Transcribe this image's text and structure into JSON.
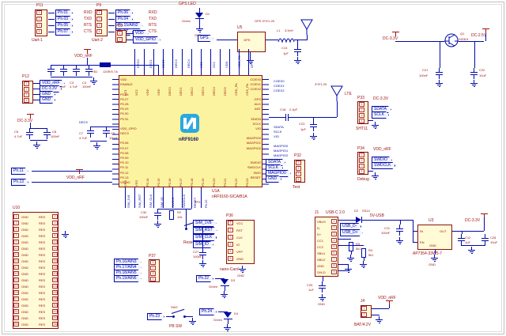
{
  "palette": {
    "red": "#a01212",
    "blue": "#0009a6",
    "ic_fill": "#fbf3a0",
    "body_fill": "#fffbd6",
    "logo_blue": "#2ba8e0"
  },
  "labels": {
    "vdd_nrf": "VDD_nRF",
    "dc33": "DC-3.3V",
    "dc25": "DC-2.5V",
    "v5usb": "5V-USB",
    "gnd": "GND"
  },
  "uart1": {
    "ref": "P11",
    "value": "Uart-1",
    "rows": [
      {
        "n": "1",
        "port": "Ph.01",
        "sig": "RXD"
      },
      {
        "n": "2",
        "port": "Ph.03",
        "sig": "TXD"
      },
      {
        "n": "3",
        "port": "Ph.05",
        "sig": "RTS"
      },
      {
        "n": "4",
        "port": "Ph.07",
        "sig": "CTS"
      }
    ]
  },
  "uart2": {
    "ref": "P9",
    "value": "Uart-2",
    "rows": [
      {
        "n": "1",
        "port": "Ph.06",
        "sig": "RXD"
      },
      {
        "n": "2",
        "port": "Ph.04",
        "sig": "TXD"
      },
      {
        "n": "3",
        "port": "Ph.15/AIN2",
        "sig": "RTS"
      },
      {
        "n": "4",
        "port": "Ph.17",
        "sig": "CTS"
      }
    ]
  },
  "p10": {
    "ref": "P10",
    "rows": [
      {
        "n": "1",
        "port": "VDD"
      },
      {
        "n": "2",
        "port": "VDD_GPIO"
      }
    ]
  },
  "p12": {
    "ref": "P12",
    "rows": [
      {
        "n": "1",
        "port": "VDD_nRF"
      },
      {
        "n": "2",
        "port": "DC-3.3V"
      },
      {
        "n": "3",
        "port": "GND"
      },
      {
        "n": "4",
        "port": "GND"
      }
    ]
  },
  "gps_led": {
    "title": "GPS LED",
    "ref": "D1",
    "value": "Green"
  },
  "gps": {
    "port": "GPS",
    "u5_ref": "U5",
    "u5_label": "GPS",
    "l1_ref": "L1",
    "l1_val": "3.9nH",
    "c13_ref": "C13",
    "c13_val": "1pF",
    "ant_val": "GPS 3*3*1.25"
  },
  "pwr25": {
    "q1_ref": "Q1",
    "q1_val": "SI2301",
    "c21_ref": "C21",
    "c21_val": "100nF",
    "c22_ref": "C22",
    "c22_val": "10uF"
  },
  "vddrail": {
    "fb_ref": "FB1",
    "fb_val": "120R/0.7A",
    "caps": [
      {
        "r": "C1",
        "v": "100nF"
      },
      {
        "r": "C2",
        "v": "100nF"
      },
      {
        "r": "C3",
        "v": "4.7uF"
      },
      {
        "r": "C4",
        "v": "100nF"
      }
    ]
  },
  "dc33c": {
    "c6_ref": "C6",
    "c6_val": "4.7uF",
    "c8_ref": "C8",
    "c8_val": "100nF"
  },
  "decaps": {
    "net": "DEC9",
    "c7_ref": "C7",
    "c7_val": "4.7uF",
    "c9_ref": "C9",
    "c9_val": "100nF"
  },
  "leftports": {
    "a": "Ph.11",
    "b": "Ph.13"
  },
  "ic": {
    "ref": "U1A",
    "value": "nRF9160-SICA/B1A",
    "name": "nRF9160",
    "tp": "TP3",
    "left": [
      "VDD",
      "ENABLE",
      "",
      "P0.26",
      "P0.27",
      "P0.28",
      "P0.29",
      "P0.30",
      "P0.31",
      "",
      "VDD_GPIO",
      "DEC9",
      "",
      "P0.06",
      "P0.07",
      "P0.08",
      "P0.09",
      "P0.10",
      "P0.11",
      "P0.12",
      "P0.13",
      "VDDIO"
    ],
    "right": [
      "COEX0",
      "COEX1",
      "COEX2",
      "",
      "GPS",
      "AUX",
      "ANT",
      "",
      "SDATA",
      "SCLK",
      "VIO",
      "",
      "MAGPIO0",
      "MAGPIO1",
      "MAGPIO2",
      "",
      "",
      "SWDIO",
      "SWDCLK",
      "SWO",
      "RESET",
      ""
    ],
    "top": [
      "XC1",
      "XC2",
      "VDD",
      "VDD",
      "DEC0",
      "DEC1",
      "DEC2",
      "DEC3",
      "DEC4",
      "DEC5",
      "VDD_PA",
      "VSS_PA"
    ],
    "bottom": [
      "VSS",
      "VSS",
      "P0.14",
      "P0.15",
      "P0.16",
      "P0.17",
      "P0.18",
      "P0.19",
      "P0.20",
      "P0.21",
      "P0.22",
      "P0.23"
    ],
    "above_nets": [
      "DEC0",
      "DEC1",
      "DEC2",
      "DEC3",
      "DEC4",
      "XC1",
      "XC2",
      "VDD",
      "VDD_PA",
      "GPS"
    ],
    "below_nets": [
      "SIM_1V8",
      "SIM_RST",
      "SIM_CLK",
      "SIM_IO",
      "SWDIO",
      "SWDCLK",
      "RESET",
      "Ph.22"
    ],
    "coex": [
      "COEX0",
      "COEX1",
      "COEX2"
    ],
    "iface": [
      "SDATA",
      "SCLK",
      "VIO"
    ],
    "magpio": [
      "MAGPIO0",
      "MAGPIO1",
      "MAGPIO2"
    ]
  },
  "lte": {
    "c18_ref": "C18",
    "c18_val": "2.2pF",
    "c23_ref": "C23",
    "c23_val": "1pF",
    "ant_val": "3*3*1.25",
    "net": "LTE"
  },
  "p32": {
    "ref": "P32",
    "value": "Test",
    "rows": [
      {
        "n": "1",
        "port": "SDATA"
      },
      {
        "n": "2",
        "port": "SCLK"
      },
      {
        "n": "3",
        "port": "MAGPIO0"
      },
      {
        "n": "4",
        "port": "GND"
      }
    ]
  },
  "p33": {
    "ref": "P33",
    "value": "SHT11",
    "rail": "DC-3.3V",
    "rows": [
      {
        "n": "1",
        "port": ""
      },
      {
        "n": "2",
        "port": "SDATA"
      },
      {
        "n": "3",
        "port": "SCLK"
      },
      {
        "n": "4",
        "port": ""
      }
    ]
  },
  "p34": {
    "ref": "P34",
    "value": "Debug",
    "rail": "VDD_nRF",
    "rows": [
      {
        "n": "1",
        "port": ""
      },
      {
        "n": "2",
        "port": "SWDIO"
      },
      {
        "n": "3",
        "port": "SWDCLK"
      },
      {
        "n": "4",
        "port": ""
      }
    ]
  },
  "p37": {
    "ref": "P37",
    "rows": [
      {
        "n": "1",
        "port": "Ph.16/AIN3"
      },
      {
        "n": "2",
        "port": "Ph.17/AIN4"
      },
      {
        "n": "3",
        "port": "Ph.18/AIN5"
      },
      {
        "n": "4",
        "port": "Ph.19/AIN6"
      }
    ]
  },
  "reset": {
    "c30_ref": "C30",
    "c30_val": "100nF",
    "r2_ref": "R2",
    "r2_val": "10k",
    "sw_ref": "SW1",
    "sw_val": "Reset"
  },
  "d3": {
    "port": "Ph.22",
    "ref": "D3",
    "value": "Green"
  },
  "d4": {
    "port": "Ph.24",
    "ref": "D4",
    "value": "Green"
  },
  "sw2": {
    "port": "Ph.23",
    "ref": "SW2",
    "value": "PB SW"
  },
  "sim": {
    "ref": "P36",
    "value": "nano-Card",
    "c27_ref": "C27",
    "c27_val": "100nF",
    "rows": [
      {
        "n": "1",
        "name": "VCC",
        "port": "SIM_1V8"
      },
      {
        "n": "2",
        "name": "RST",
        "port": "SIM_RST"
      },
      {
        "n": "3",
        "name": "CLK",
        "port": "SIM_CLK"
      },
      {
        "n": "4",
        "name": "IO",
        "port": "SIM_IO"
      },
      {
        "n": "5",
        "name": "VPP",
        "port": ""
      },
      {
        "n": "6",
        "name": "GND",
        "port": ""
      }
    ]
  },
  "usb": {
    "j1_ref": "J1",
    "j1_val": "USB-C 2.0",
    "rows": [
      {
        "n": "1",
        "name": "VBUS"
      },
      {
        "n": "2",
        "name": "D-"
      },
      {
        "n": "3",
        "name": "D+"
      },
      {
        "n": "4",
        "name": "CC1"
      },
      {
        "n": "5",
        "name": "CC2"
      },
      {
        "n": "6",
        "name": "SBU1"
      },
      {
        "n": "7",
        "name": "SBU2"
      },
      {
        "n": "8",
        "name": "GND"
      },
      {
        "n": "9",
        "name": "SHLD"
      }
    ],
    "dm": "USB_D-",
    "dp": "USB_D+",
    "d2_ref": "D2",
    "d2_val": "SS14",
    "r3_ref": "R3",
    "r3_val": "5k1",
    "r4_ref": "R4",
    "r4_val": "5k1",
    "c11_ref": "C11",
    "c11_val": "100nF",
    "c25_ref": "C25",
    "c25_val": "1uF",
    "u3_ref": "U3",
    "u3_val": "AP7354-33W5-7",
    "u3_in": "IN",
    "u3_out": "OUT",
    "u3_en": "EN",
    "u3_gnd": "GND",
    "c12_ref": "C12",
    "c12_val": "1uF",
    "c28_ref": "C28",
    "c28_val": "10uF"
  },
  "bat": {
    "ref": "J4",
    "value": "BAT/4.2V",
    "rows": [
      {
        "n": "1"
      },
      {
        "n": "2"
      }
    ]
  },
  "u10": {
    "ref": "U10",
    "rows": [
      {
        "n1": "1",
        "l": "GND",
        "r": "RES",
        "n2": "2"
      },
      {
        "n1": "3",
        "l": "GND",
        "r": "RES",
        "n2": "4"
      },
      {
        "n1": "5",
        "l": "GND",
        "r": "RES",
        "n2": "6"
      },
      {
        "n1": "7",
        "l": "GND",
        "r": "RES",
        "n2": "8"
      },
      {
        "n1": "9",
        "l": "GND",
        "r": "RES",
        "n2": "10"
      },
      {
        "n1": "11",
        "l": "GND",
        "r": "RES",
        "n2": "12"
      },
      {
        "n1": "13",
        "l": "GND",
        "r": "RES",
        "n2": "14"
      },
      {
        "n1": "15",
        "l": "GND",
        "r": "RES",
        "n2": "16"
      },
      {
        "n1": "17",
        "l": "GND",
        "r": "RES",
        "n2": "18"
      },
      {
        "n1": "19",
        "l": "GND",
        "r": "RES",
        "n2": "20"
      },
      {
        "n1": "21",
        "l": "GND",
        "r": "RES",
        "n2": "22"
      },
      {
        "n1": "23",
        "l": "GND",
        "r": "RES",
        "n2": "24"
      },
      {
        "n1": "25",
        "l": "GND",
        "r": "RES",
        "n2": "26"
      },
      {
        "n1": "27",
        "l": "GND",
        "r": "RES",
        "n2": "28"
      },
      {
        "n1": "29",
        "l": "GND",
        "r": "RES",
        "n2": "30"
      },
      {
        "n1": "31",
        "l": "GND",
        "r": "RES",
        "n2": "32"
      },
      {
        "n1": "33",
        "l": "GND",
        "r": "RES",
        "n2": "34"
      },
      {
        "n1": "35",
        "l": "GND",
        "r": "RES",
        "n2": "36"
      }
    ]
  }
}
